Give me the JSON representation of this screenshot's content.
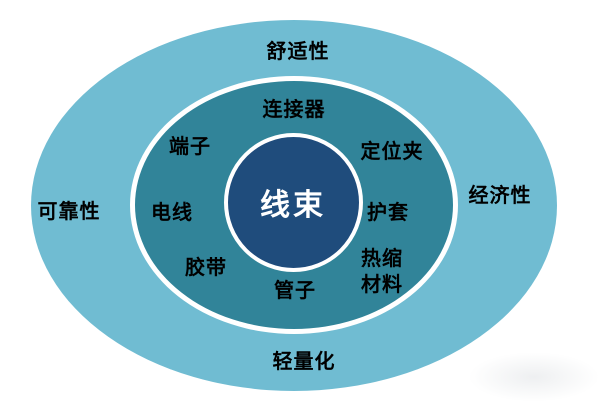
{
  "diagram": {
    "type": "concentric-ellipse-diagram",
    "center": {
      "label": "线束"
    },
    "middle_ring": {
      "top": "连接器",
      "top_left": "端子",
      "top_right": "定位夹",
      "left": "电线",
      "right": "护套",
      "bottom_left": "胶带",
      "bottom_right": "热缩\n材料",
      "bottom": "管子"
    },
    "outer_ring": {
      "top": "舒适性",
      "left": "可靠性",
      "right": "经济性",
      "bottom": "轻量化"
    },
    "colors": {
      "outer_ring_fill": "#70bcd2",
      "middle_ring_fill": "#318499",
      "center_fill": "#1f4c7c",
      "ring_border": "#ffffff",
      "label_text": "#000000",
      "center_text": "#ffffff",
      "background": "#ffffff"
    }
  }
}
